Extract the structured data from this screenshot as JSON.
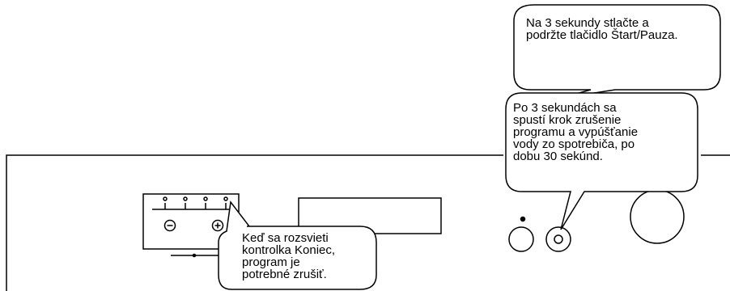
{
  "colors": {
    "line": "#000000",
    "background": "#ffffff"
  },
  "icons": {
    "minus_button": "minus-circle-icon",
    "plus_button": "plus-circle-icon",
    "indicator_dots": "indicator-dot-icon"
  },
  "callouts": {
    "start_pause_hold": {
      "line1": "Na 3 sekundy stlačte a",
      "line2": "podržte tlačidlo Štart/Pauza."
    },
    "after_3_seconds": {
      "line1": "Po 3 sekundách sa",
      "line2": "spustí krok zrušenie",
      "line3": "programu a vypúšťanie",
      "line4": "vody zo spotrebiča, po",
      "line5": "dobu 30 sekúnd."
    },
    "end_indicator": {
      "line1": "Keď sa rozsvieti",
      "line2": "kontrolka Koniec,",
      "line3": "program je",
      "line4": "potrebné zrušiť."
    }
  }
}
